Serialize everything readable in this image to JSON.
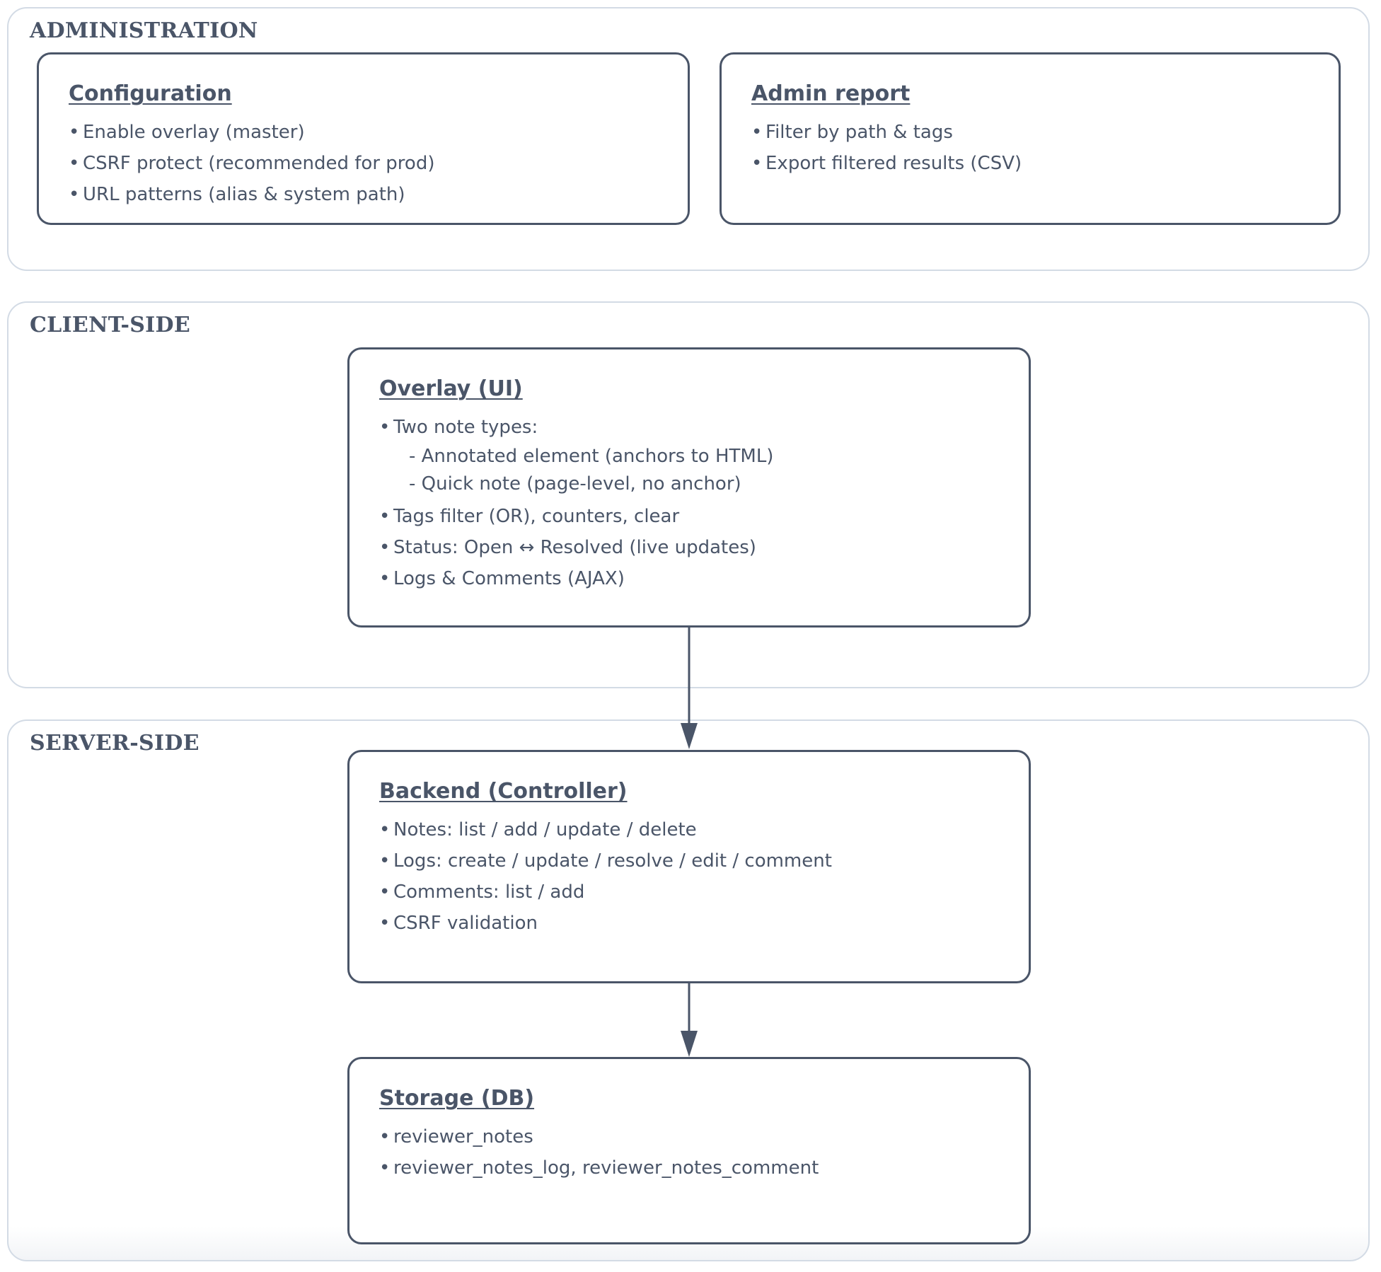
{
  "lanes": {
    "administration": {
      "title": "ADMINISTRATION",
      "boxes": {
        "configuration": {
          "title": "Configuration",
          "items": [
            "Enable overlay (master)",
            "CSRF protect (recommended for prod)",
            "URL patterns (alias & system path)"
          ]
        },
        "admin_report": {
          "title": "Admin report",
          "items": [
            "Filter by path & tags",
            "Export filtered results (CSV)"
          ]
        }
      }
    },
    "client_side": {
      "title": "CLIENT-SIDE",
      "boxes": {
        "overlay": {
          "title": "Overlay (UI)",
          "items": [
            "Two note types:",
            "Tags filter (OR), counters, clear",
            "Status: Open ↔ Resolved (live updates)",
            "Logs & Comments (AJAX)"
          ],
          "subitems": [
            "- Annotated element (anchors to HTML)",
            "- Quick note (page-level, no anchor)"
          ]
        }
      }
    },
    "server_side": {
      "title": "SERVER-SIDE",
      "boxes": {
        "backend": {
          "title": "Backend (Controller)",
          "items": [
            "Notes: list / add / update / delete",
            "Logs: create / update / resolve / edit / comment",
            "Comments: list / add",
            "CSRF validation"
          ]
        },
        "storage": {
          "title": "Storage (DB)",
          "items": [
            "reviewer_notes",
            "reviewer_notes_log, reviewer_notes_comment"
          ]
        }
      }
    }
  },
  "bullet": "•",
  "edges": [
    {
      "from": "overlay",
      "to": "backend"
    },
    {
      "from": "backend",
      "to": "storage"
    }
  ],
  "colors": {
    "text": "#4a5568",
    "box_border": "#4a5568",
    "lane_border": "#d3dbe5",
    "arrow": "#4a5568"
  }
}
